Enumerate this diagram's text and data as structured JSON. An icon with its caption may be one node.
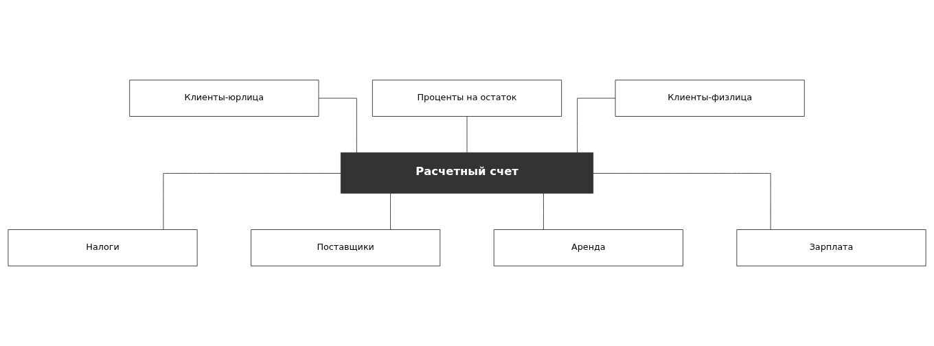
{
  "diagram": {
    "nodes": [
      {
        "text": [
          "Клиенты-юрлица"
        ]
      },
      {
        "text": [
          "Проценты на остаток"
        ]
      },
      {
        "text": [
          "Клиенты-физлица"
        ]
      },
      {
        "text": [
          "Расчетный счет"
        ]
      },
      {
        "text": [
          "Налоги"
        ]
      },
      {
        "text": [
          "Поставщики"
        ]
      },
      {
        "text": [
          "Аренда"
        ]
      },
      {
        "text": [
          "Зарплата"
        ]
      }
    ],
    "edges": [
      {
        "from": 0,
        "to": 3,
        "arrow": "none"
      },
      {
        "from": 1,
        "to": 3,
        "arrow": "none"
      },
      {
        "from": 2,
        "to": 3,
        "arrow": "none"
      },
      {
        "from": 3,
        "to": 4,
        "arrow": "none"
      },
      {
        "from": 3,
        "to": 5,
        "arrow": "none"
      },
      {
        "from": 3,
        "to": 6,
        "arrow": "none"
      },
      {
        "from": 3,
        "to": 7,
        "arrow": "none"
      }
    ]
  }
}
